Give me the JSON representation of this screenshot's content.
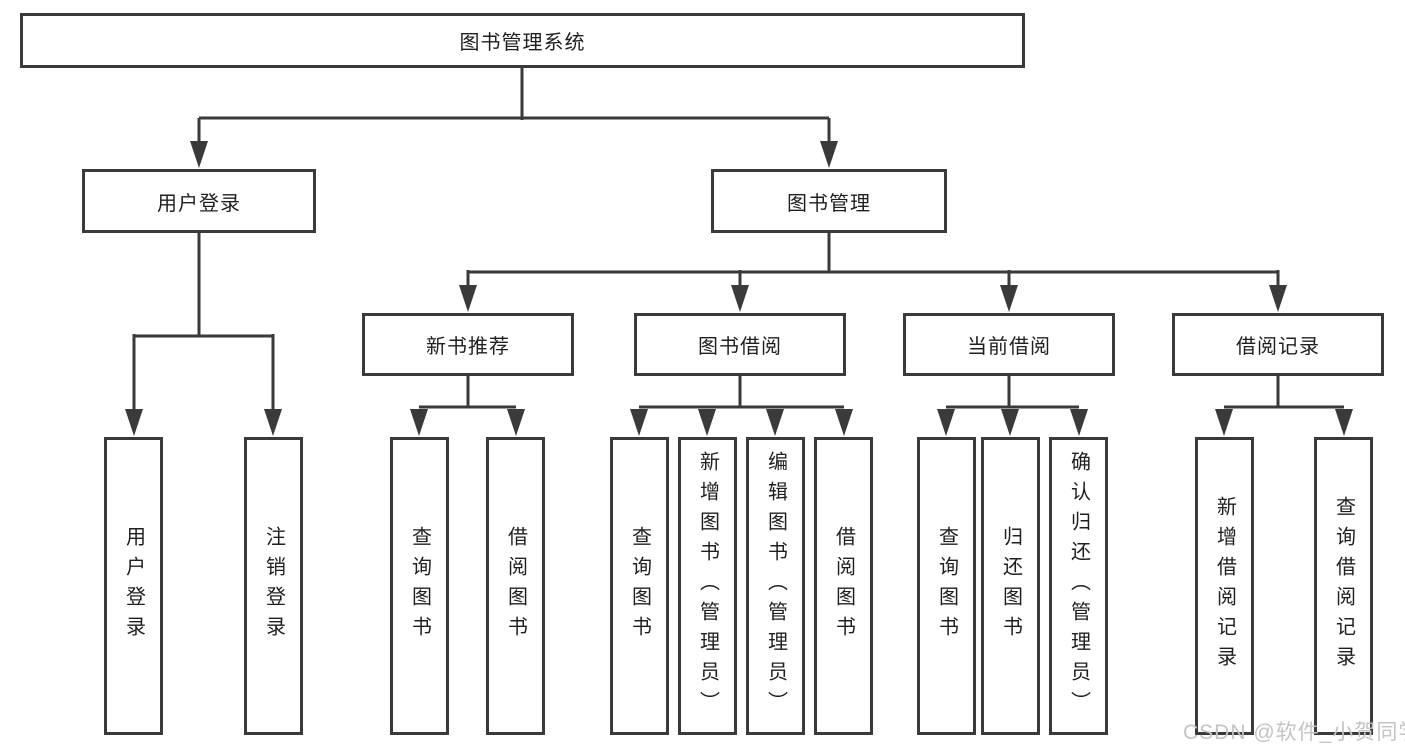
{
  "tree": {
    "root": {
      "label": "图书管理系统"
    },
    "children": [
      {
        "label": "用户登录",
        "children": [
          {
            "label": "用户登录"
          },
          {
            "label": "注销登录"
          }
        ]
      },
      {
        "label": "图书管理",
        "children": [
          {
            "label": "新书推荐",
            "children": [
              {
                "label": "查询图书"
              },
              {
                "label": "借阅图书"
              }
            ]
          },
          {
            "label": "图书借阅",
            "children": [
              {
                "label": "查询图书"
              },
              {
                "label": "新增图书（管理员）"
              },
              {
                "label": "编辑图书（管理员）"
              },
              {
                "label": "借阅图书"
              }
            ]
          },
          {
            "label": "当前借阅",
            "children": [
              {
                "label": "查询图书"
              },
              {
                "label": "归还图书"
              },
              {
                "label": "确认归还（管理员）"
              }
            ]
          },
          {
            "label": "借阅记录",
            "children": [
              {
                "label": "新增借阅记录"
              },
              {
                "label": "查询借阅记录"
              }
            ]
          }
        ]
      }
    ]
  },
  "watermark": {
    "text": "CSDN @软件_小贺同学"
  },
  "colors": {
    "line": "#3a3a3a",
    "text": "#1f1f1f",
    "watermark": "#c4c4c4",
    "background": "#ffffff"
  }
}
